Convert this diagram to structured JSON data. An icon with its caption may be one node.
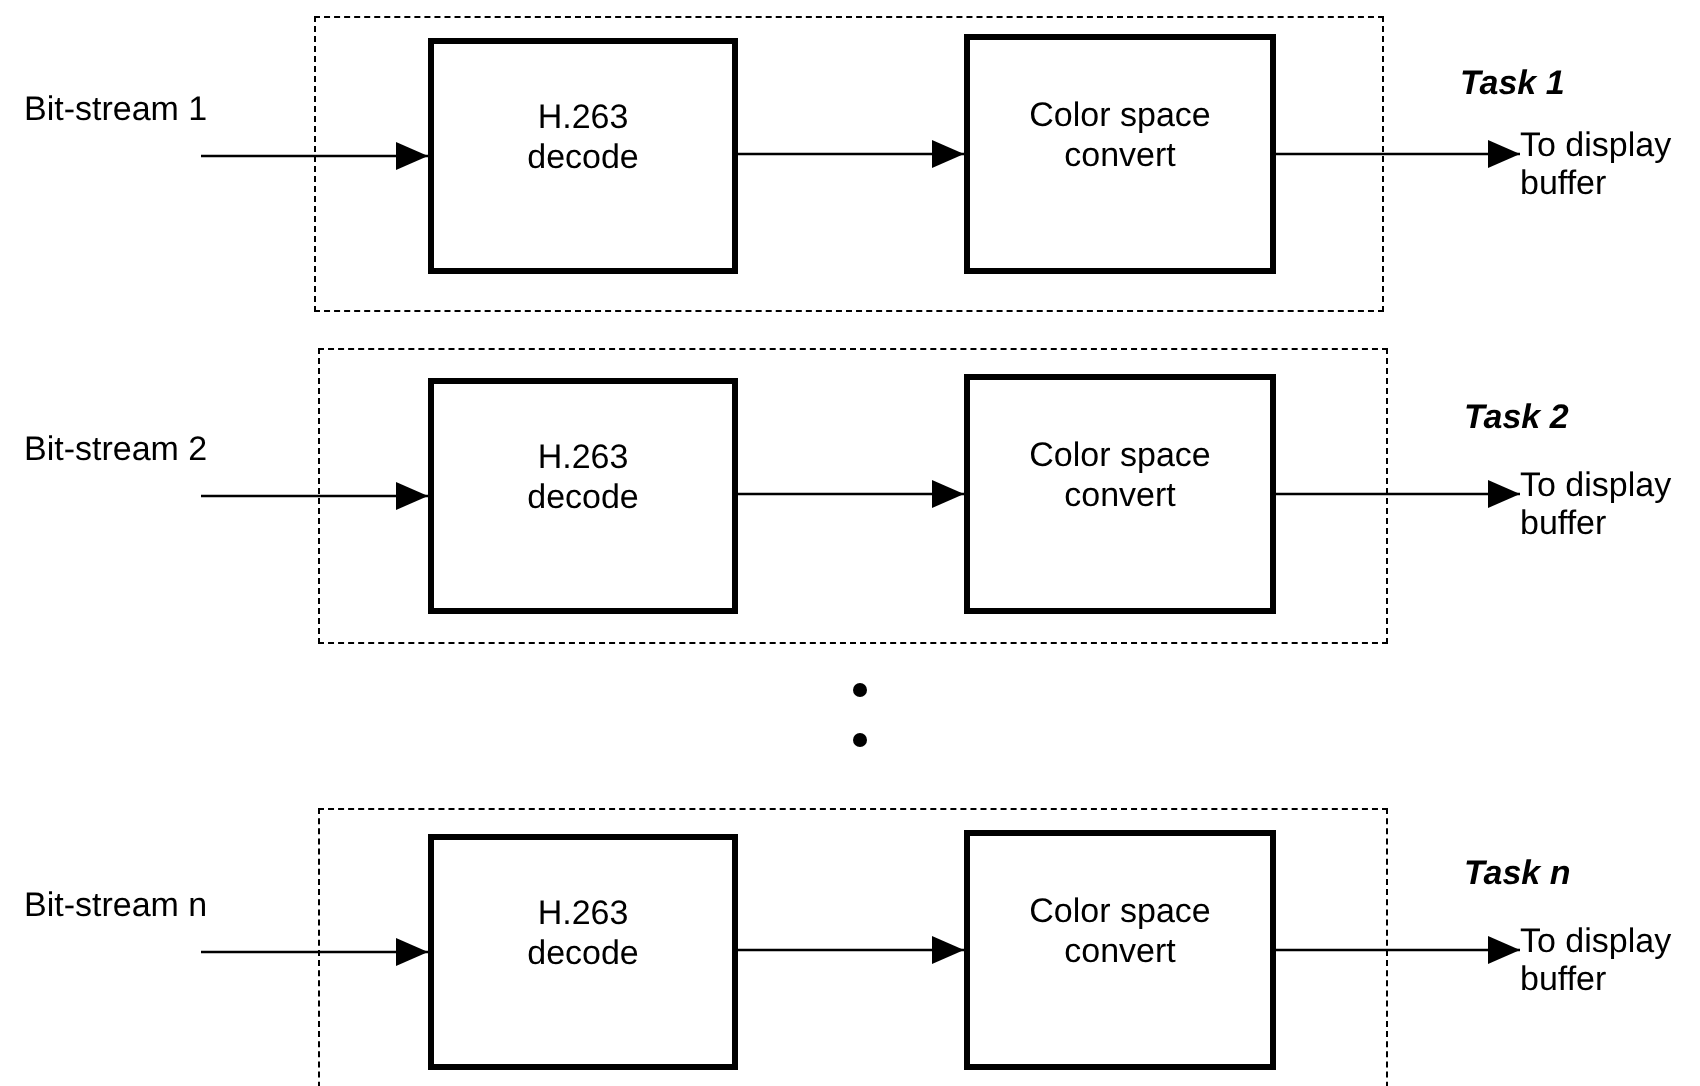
{
  "diagram": {
    "nodes": [
      {
        "text": [
          "Task 1"
        ]
      },
      {
        "text": [
          "Bit-stream 1"
        ]
      },
      {
        "text": [
          "H.263 decode"
        ],
        "in": 0
      },
      {
        "text": [
          "Color space convert"
        ],
        "in": 0
      },
      {
        "text": [
          "To display buffer"
        ]
      },
      {
        "text": [
          "Task 2"
        ]
      },
      {
        "text": [
          "Bit-stream 2"
        ]
      },
      {
        "text": [
          "H.263 decode"
        ],
        "in": 5
      },
      {
        "text": [
          "Color space convert"
        ],
        "in": 5
      },
      {
        "text": [
          "To display buffer"
        ]
      },
      {
        "text": [
          "Task n"
        ]
      },
      {
        "text": [
          "Bit-stream n"
        ]
      },
      {
        "text": [
          "H.263 decode"
        ],
        "in": 10
      },
      {
        "text": [
          "Color space convert"
        ],
        "in": 10
      },
      {
        "text": [
          "To display buffer"
        ]
      }
    ],
    "edges": [
      {
        "from": 1,
        "to": 2,
        "arrow": "to"
      },
      {
        "from": 2,
        "to": 3,
        "arrow": "to"
      },
      {
        "from": 3,
        "to": 4,
        "arrow": "to"
      },
      {
        "from": 6,
        "to": 7,
        "arrow": "to"
      },
      {
        "from": 7,
        "to": 8,
        "arrow": "to"
      },
      {
        "from": 8,
        "to": 9,
        "arrow": "to"
      },
      {
        "from": 11,
        "to": 12,
        "arrow": "to"
      },
      {
        "from": 12,
        "to": 13,
        "arrow": "to"
      },
      {
        "from": 13,
        "to": 14,
        "arrow": "to"
      }
    ]
  }
}
